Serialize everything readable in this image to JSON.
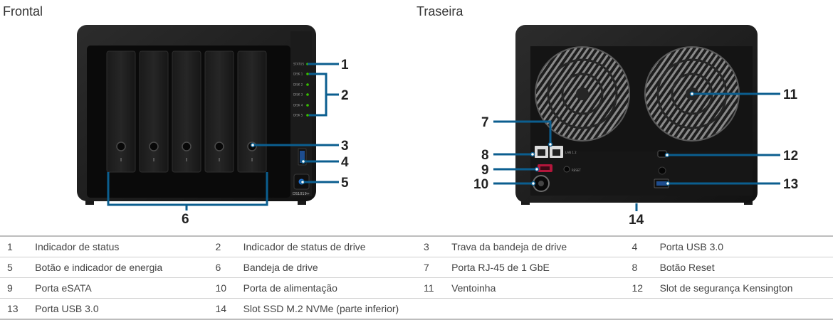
{
  "views": {
    "front": "Frontal",
    "rear": "Traseira"
  },
  "model_label": "DS1019+",
  "front_led_labels": [
    "STATUS",
    "DISK 1",
    "DISK 2",
    "DISK 3",
    "DISK 4",
    "DISK 5"
  ],
  "rear_port_labels": {
    "lan": "LAN 1 2",
    "reset": "RESET"
  },
  "accent_color": "#0b5e8f",
  "led_color": "#38c000",
  "callouts": [
    "1",
    "2",
    "3",
    "4",
    "5",
    "6",
    "7",
    "8",
    "9",
    "10",
    "11",
    "12",
    "13",
    "14"
  ],
  "legend": [
    [
      {
        "n": "1",
        "label": "Indicador de status"
      },
      {
        "n": "2",
        "label": "Indicador de status de drive"
      },
      {
        "n": "3",
        "label": "Trava da bandeja de drive"
      },
      {
        "n": "4",
        "label": "Porta USB 3.0"
      }
    ],
    [
      {
        "n": "5",
        "label": "Botão e indicador de energia"
      },
      {
        "n": "6",
        "label": "Bandeja de drive"
      },
      {
        "n": "7",
        "label": "Porta RJ-45 de 1 GbE"
      },
      {
        "n": "8",
        "label": "Botão Reset"
      }
    ],
    [
      {
        "n": "9",
        "label": "Porta eSATA"
      },
      {
        "n": "10",
        "label": "Porta de alimentação"
      },
      {
        "n": "11",
        "label": "Ventoinha"
      },
      {
        "n": "12",
        "label": "Slot de segurança Kensington"
      }
    ],
    [
      {
        "n": "13",
        "label": "Porta USB 3.0"
      },
      {
        "n": "14",
        "label": "Slot SSD M.2 NVMe (parte inferior)"
      },
      {
        "n": "",
        "label": ""
      },
      {
        "n": "",
        "label": ""
      }
    ]
  ]
}
